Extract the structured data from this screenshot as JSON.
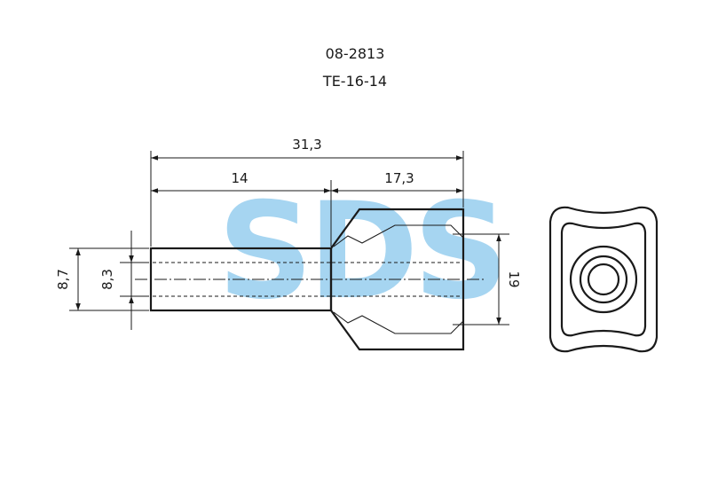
{
  "title": {
    "article": "08-2813",
    "model": "TE-16-14"
  },
  "watermark": {
    "text": "SDS",
    "color": "#5fb4e6"
  },
  "dimensions": {
    "overall_length": "31,3",
    "sleeve_length": "14",
    "collar_length": "17,3",
    "outer_diameter": "8,7",
    "inner_diameter": "8,3",
    "collar_height": "19"
  }
}
